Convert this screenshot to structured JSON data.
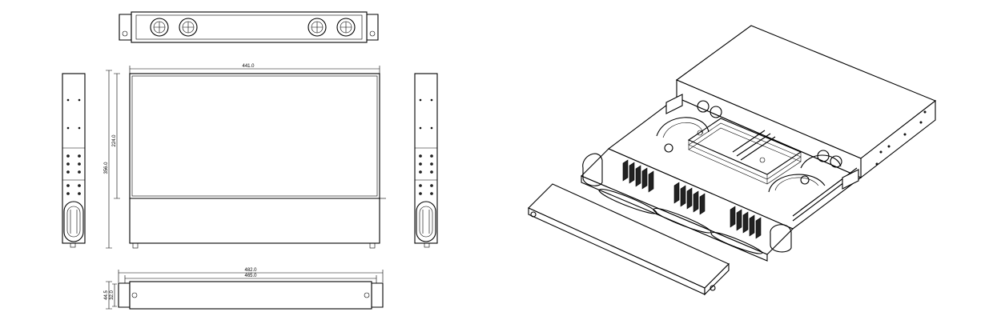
{
  "dimensions": {
    "top_width": "441.0",
    "inner_depth": "224.0",
    "outer_depth": "356.0",
    "overall_width": "482.0",
    "mount_width": "465.0",
    "height_outer": "44.5",
    "height_inner": "32.0"
  }
}
